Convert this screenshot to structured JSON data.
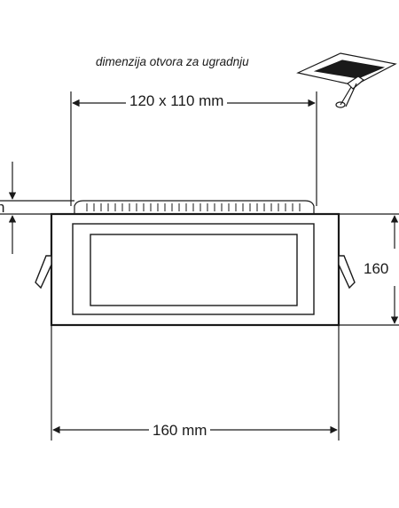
{
  "diagram": {
    "caption": "dimenzija otvora za ugradnju",
    "dim_cutout": "120 x 110 mm",
    "dim_width": "160 mm",
    "dim_height_partial": "160",
    "dim_depth_partial": "n"
  },
  "colors": {
    "line": "#1a1a1a",
    "background": "#ffffff"
  }
}
